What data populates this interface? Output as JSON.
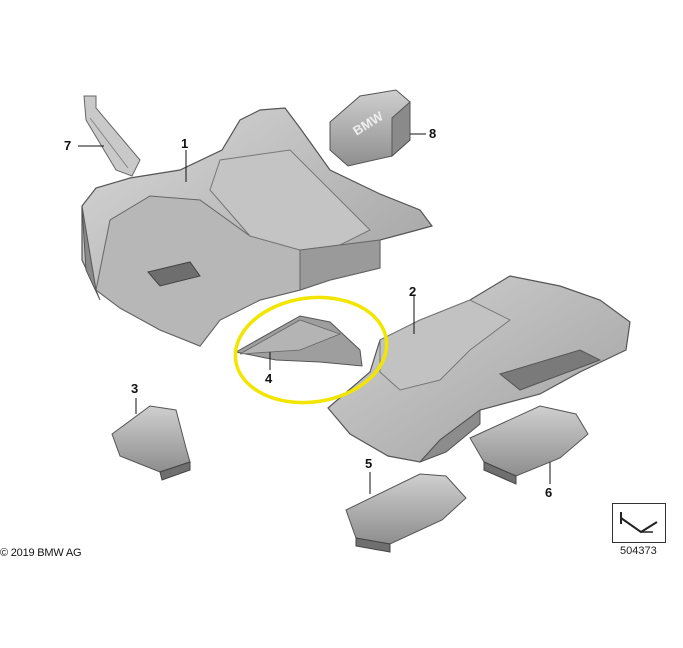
{
  "callouts": {
    "part_1": "1",
    "part_2": "2",
    "part_3": "3",
    "part_4": "4",
    "part_5": "5",
    "part_6": "6",
    "part_7": "7",
    "part_8": "8"
  },
  "part_8_embossing": "BMW",
  "copyright": "© 2019 BMW AG",
  "reference_number": "504373",
  "highlight_color": "#f2e600"
}
